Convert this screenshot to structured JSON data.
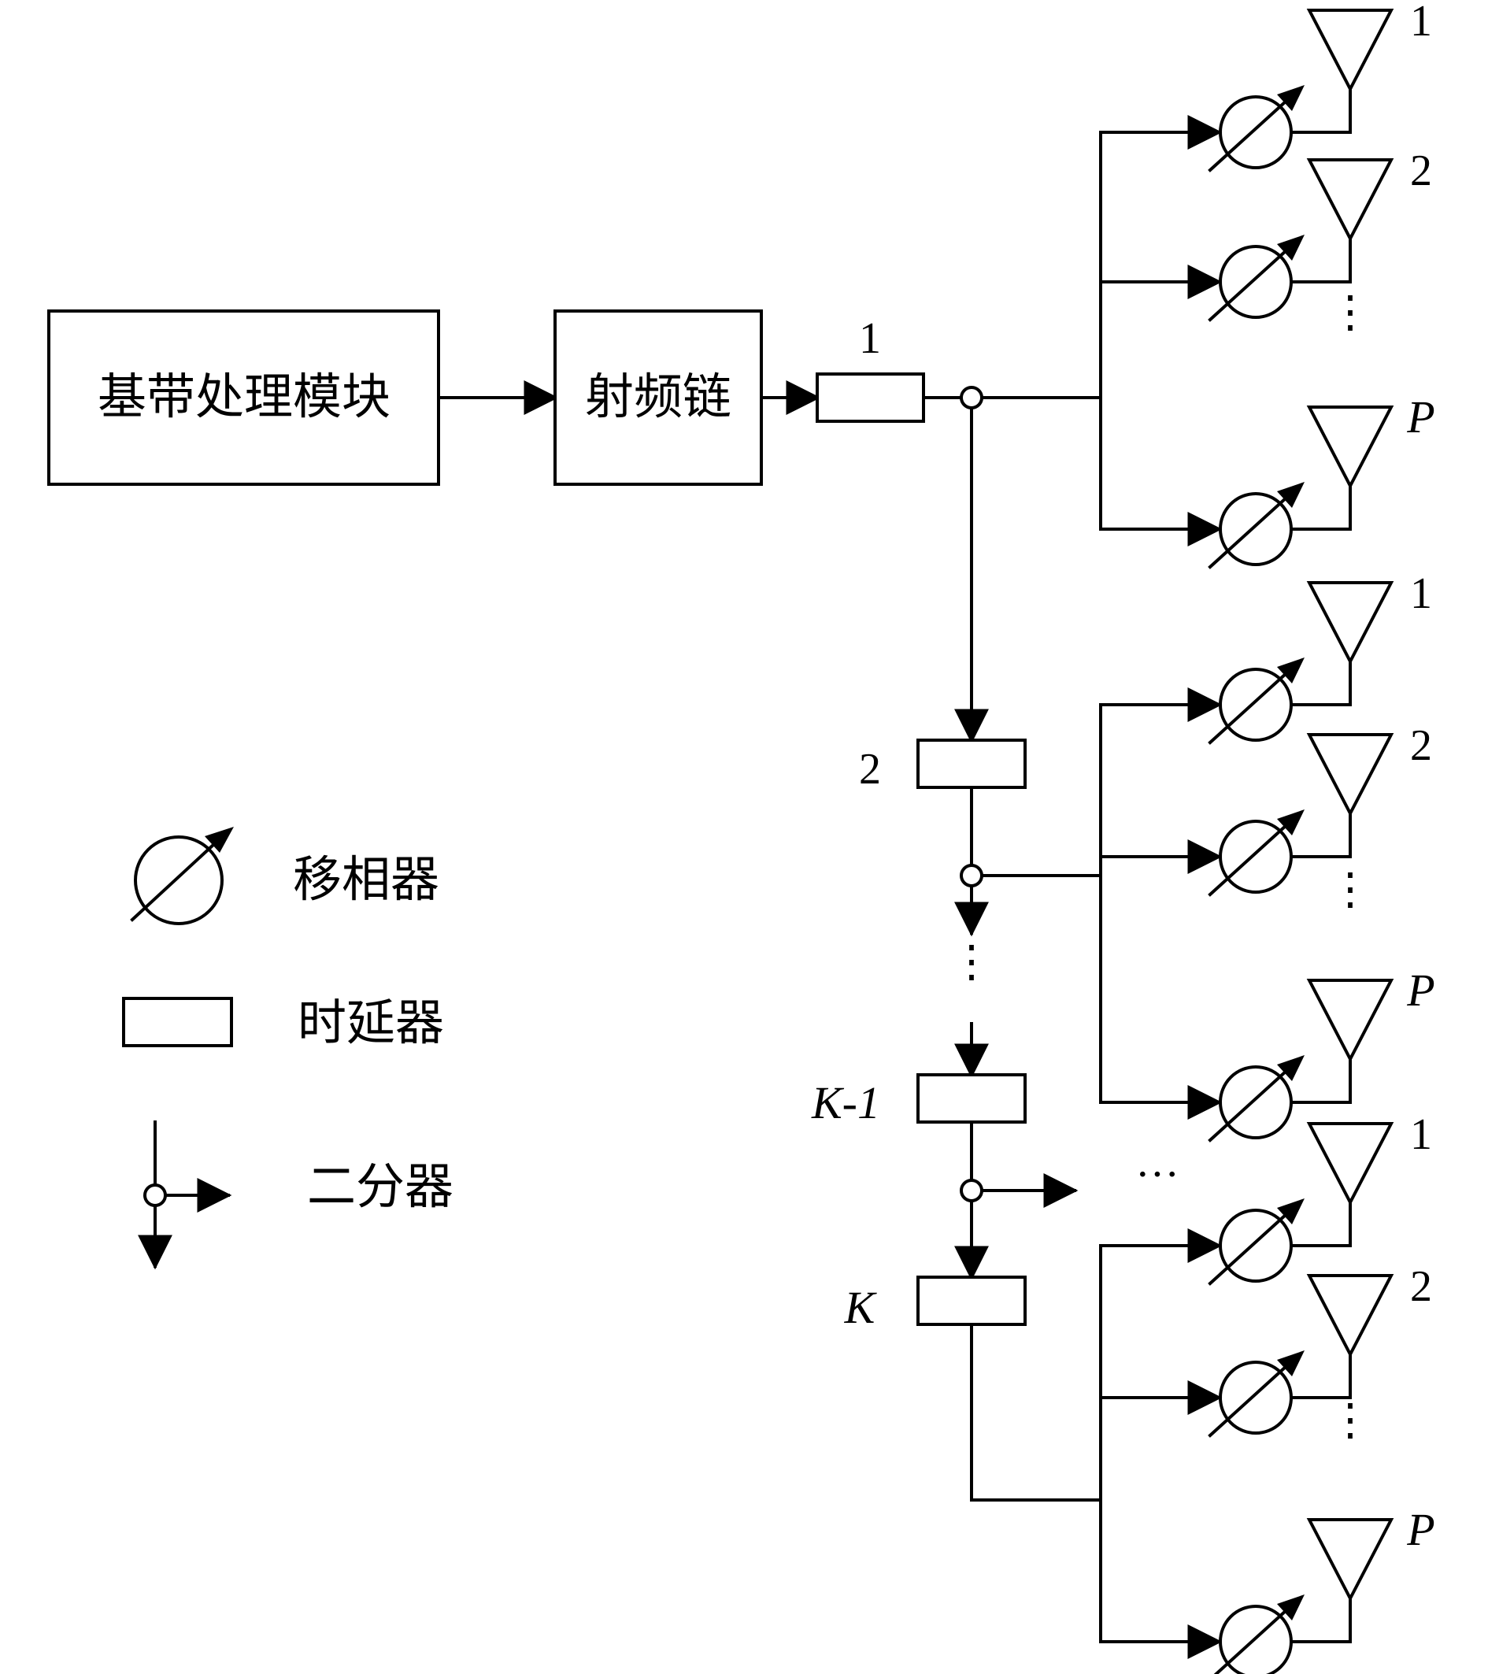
{
  "blocks": {
    "baseband": "基带处理模块",
    "rf_chain": "射频链"
  },
  "delay_labels": [
    "1",
    "2",
    "K-1",
    "K"
  ],
  "antenna_labels": [
    "1",
    "2",
    "P"
  ],
  "ellipsis_vertical": "⋮",
  "ellipsis_horizontal": "···",
  "legend": {
    "phase_shifter": "移相器",
    "delay_line": "时延器",
    "splitter": "二分器"
  }
}
